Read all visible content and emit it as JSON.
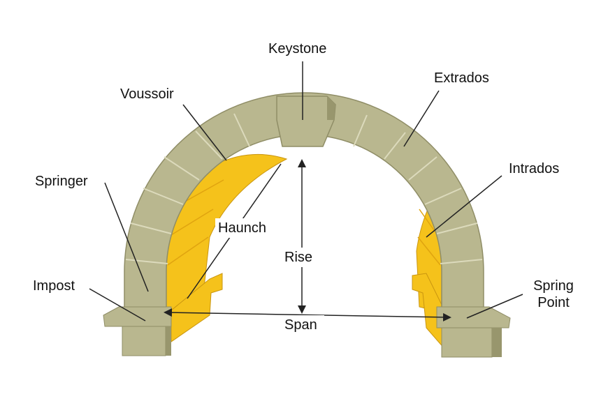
{
  "labels": {
    "keystone": "Keystone",
    "voussoir": "Voussoir",
    "extrados": "Extrados",
    "springer": "Springer",
    "intrados": "Intrados",
    "haunch": "Haunch",
    "rise": "Rise",
    "impost": "Impost",
    "span": "Span",
    "spring_point_line1": "Spring",
    "spring_point_line2": "Point"
  },
  "colors": {
    "stone": "#b9b78f",
    "stone_dark": "#98966d",
    "stone_joint": "#d9d7b8",
    "inner_face": "#f5c21b",
    "inner_shadow": "#e0a410",
    "line": "#222222"
  }
}
